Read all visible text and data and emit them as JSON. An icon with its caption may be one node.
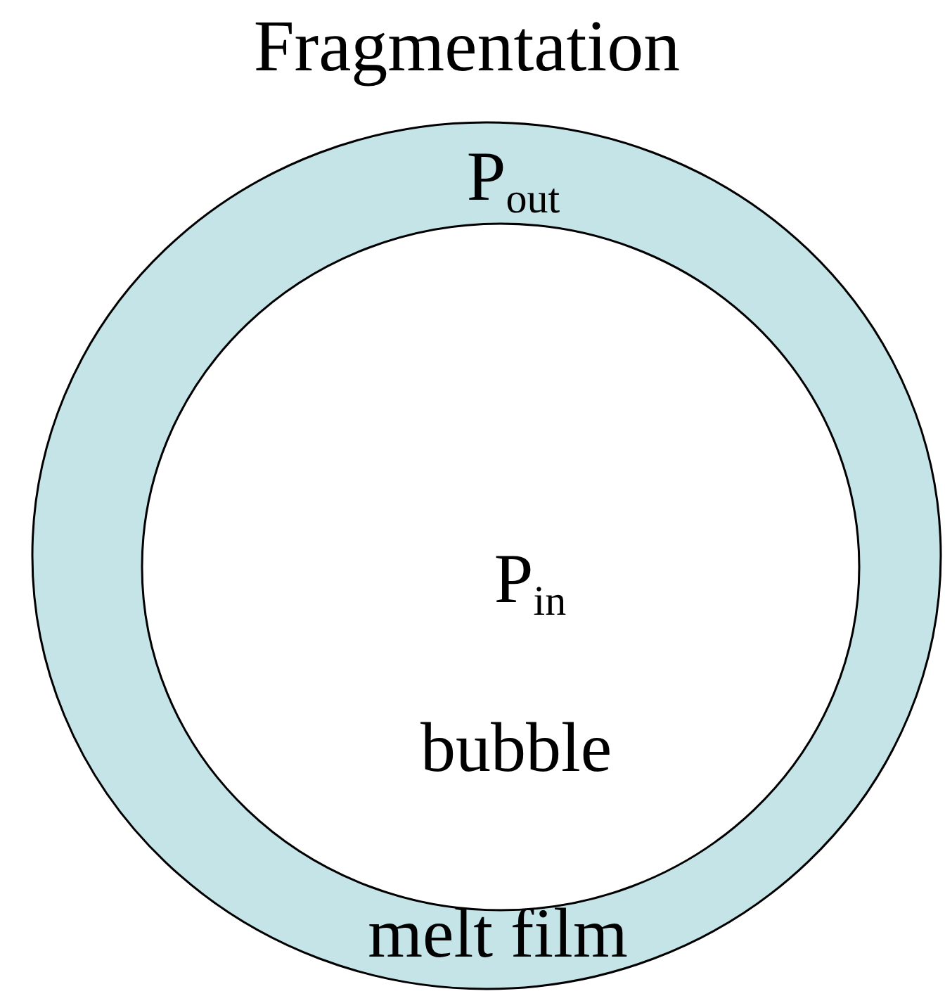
{
  "diagram": {
    "title": "Fragmentation",
    "nodes": [
      {
        "text": [
          "P$_{out}$",
          "melt film"
        ]
      },
      {
        "text": [
          "P$_{in}$",
          "bubble"
        ],
        "in": 0
      }
    ]
  }
}
